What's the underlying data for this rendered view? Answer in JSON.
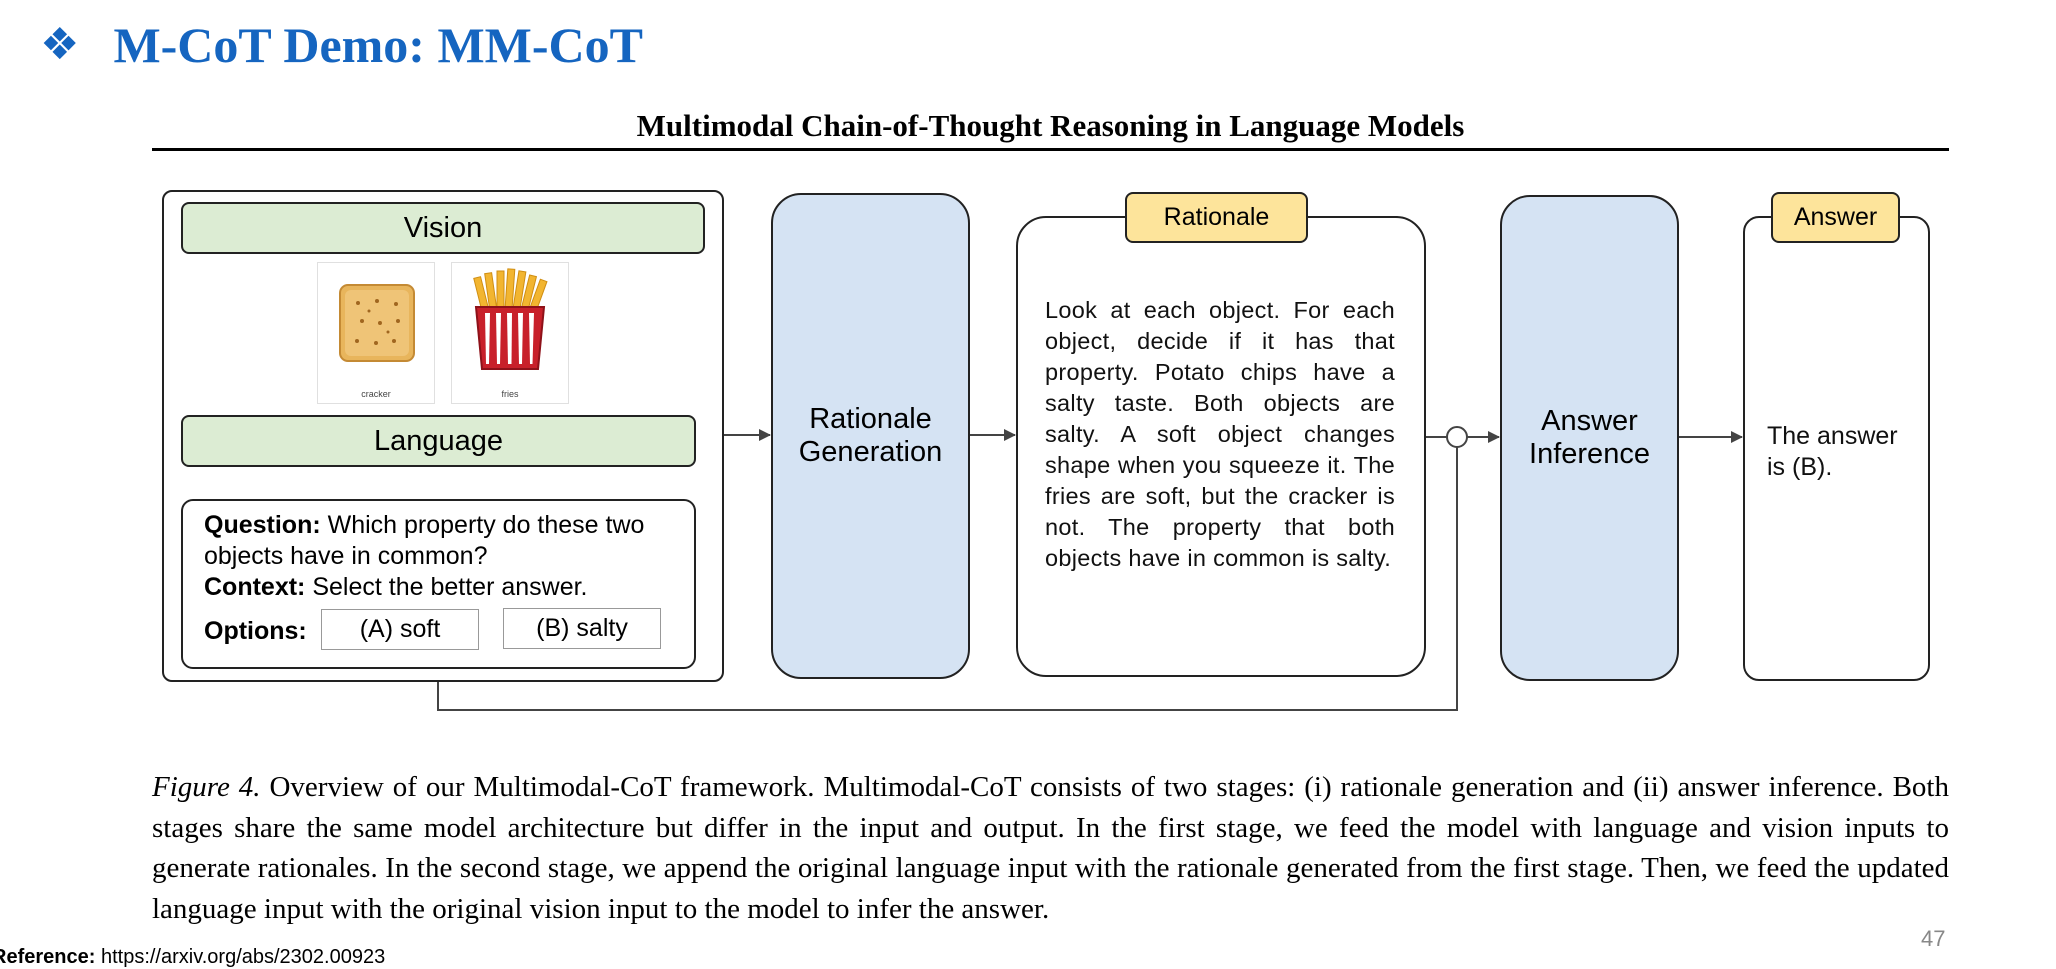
{
  "slide": {
    "bullet": "❖",
    "title": "M-CoT Demo: MM-CoT",
    "page_number": "47"
  },
  "figure": {
    "paper_title": "Multimodal Chain-of-Thought Reasoning in Language Models",
    "vision_label": "Vision",
    "language_label": "Language",
    "images": [
      {
        "caption": "cracker"
      },
      {
        "caption": "fries"
      }
    ],
    "question_label": "Question:",
    "question_text": " Which property do these two",
    "question_text_2": "objects have in common?",
    "context_label": "Context:",
    "context_text": " Select the better answer.",
    "options_label": "Options:",
    "options": [
      "(A) soft",
      "(B) salty"
    ],
    "rationale_generation_line1": "Rationale",
    "rationale_generation_line2": "Generation",
    "rationale_tag": "Rationale",
    "rationale_text": "Look at each object. For each object, decide if it has that property. Potato chips have a salty taste. Both objects are salty. A soft object changes shape when you squeeze it. The fries are soft, but the cracker is not. The property that both objects have in common is salty.",
    "answer_inference_line1": "Answer",
    "answer_inference_line2": "Inference",
    "answer_tag": "Answer",
    "answer_text": "The answer is (B).",
    "colors": {
      "vision_language_fill": "#dcecd3",
      "model_fill": "#d5e3f3",
      "tag_fill": "#fde49b",
      "title_blue": "#1565c0"
    }
  },
  "caption": {
    "label": "Figure 4.",
    "text": " Overview of our Multimodal-CoT framework. Multimodal-CoT consists of two stages: (i) rationale generation and (ii) answer inference. Both stages share the same model architecture but differ in the input and output. In the first stage, we feed the model with language and vision inputs to generate rationales. In the second stage, we append the original language input with the rationale generated from the first stage. Then, we feed the updated language input with the original vision input to the model to infer the answer."
  },
  "reference": {
    "label": "Reference:",
    "url": "https://arxiv.org/abs/2302.00923"
  }
}
